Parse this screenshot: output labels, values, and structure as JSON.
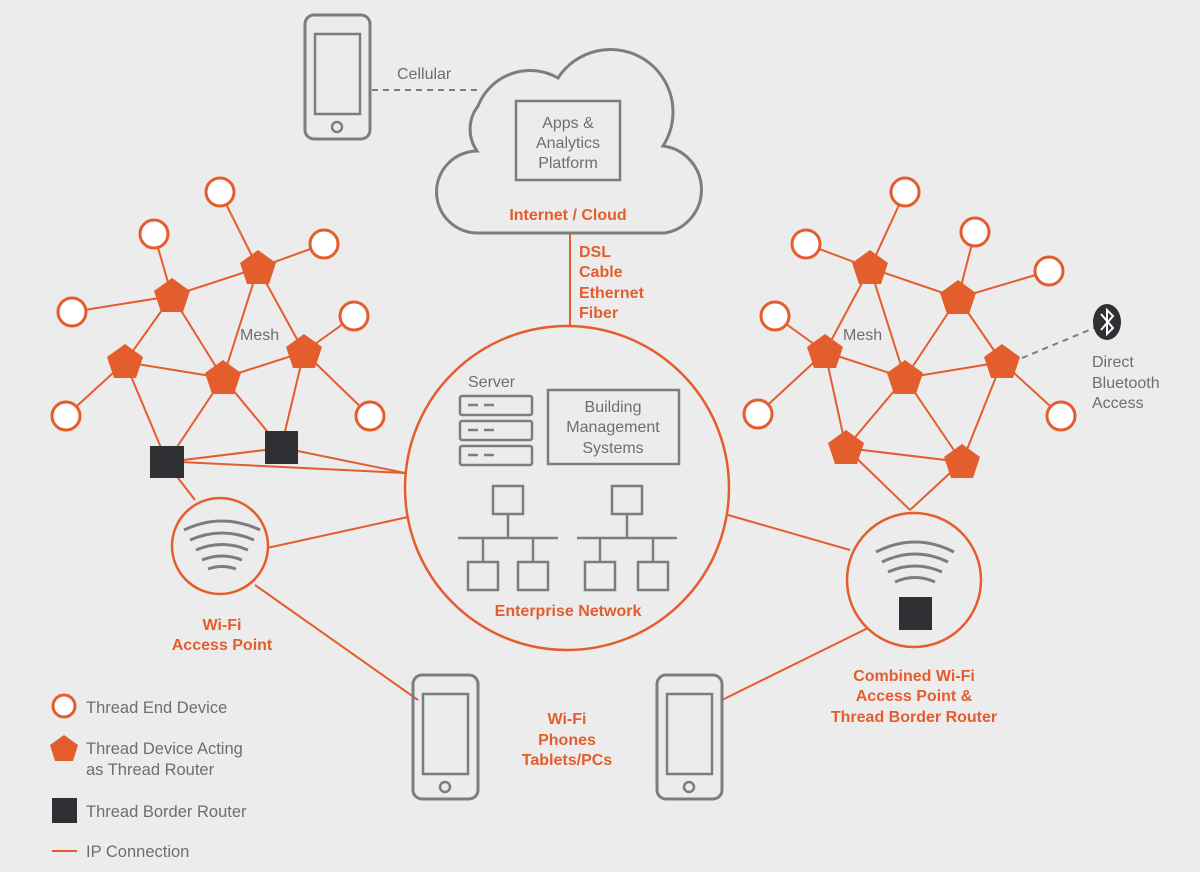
{
  "labels": {
    "cellular": "Cellular",
    "cloud_box": [
      "Apps &",
      "Analytics",
      "Platform"
    ],
    "cloud": "Internet / Cloud",
    "links": [
      "DSL",
      "Cable",
      "Ethernet",
      "Fiber"
    ],
    "mesh_left": "Mesh",
    "mesh_right": "Mesh",
    "server": "Server",
    "bms": [
      "Building",
      "Management",
      "Systems"
    ],
    "enterprise": "Enterprise Network",
    "wifi_ap": [
      "Wi-Fi",
      "Access Point"
    ],
    "devices": [
      "Wi-Fi",
      "Phones",
      "Tablets/PCs"
    ],
    "combined": [
      "Combined Wi-Fi",
      "Access Point &",
      "Thread Border Router"
    ],
    "bluetooth": [
      "Direct",
      "Bluetooth",
      "Access"
    ]
  },
  "legend": [
    {
      "shape": "circle",
      "label": "Thread End Device"
    },
    {
      "shape": "pentagon",
      "label": [
        "Thread Device Acting",
        "as Thread Router"
      ]
    },
    {
      "shape": "square",
      "label": "Thread Border Router"
    },
    {
      "shape": "line",
      "label": "IP Connection"
    }
  ],
  "colors": {
    "accent": "#e45d2d",
    "gray": "#7c7d80",
    "border_router": "#2f3033",
    "background": "#ececec"
  },
  "icons": [
    "bluetooth-icon",
    "wifi-icon",
    "phone-icon",
    "server-icon",
    "network-icon",
    "cloud-icon"
  ]
}
